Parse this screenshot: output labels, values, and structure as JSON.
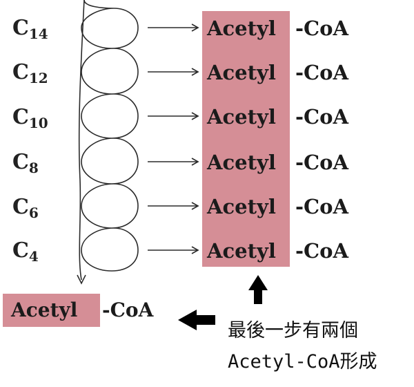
{
  "carbon_labels": [
    {
      "letter": "C",
      "sub": "14"
    },
    {
      "letter": "C",
      "sub": "12"
    },
    {
      "letter": "C",
      "sub": "10"
    },
    {
      "letter": "C",
      "sub": "8"
    },
    {
      "letter": "C",
      "sub": "6"
    },
    {
      "letter": "C",
      "sub": "4"
    }
  ],
  "products": [
    {
      "acetyl": "Acetyl",
      "coa": "-CoA"
    },
    {
      "acetyl": "Acetyl",
      "coa": "-CoA"
    },
    {
      "acetyl": "Acetyl",
      "coa": "-CoA"
    },
    {
      "acetyl": "Acetyl",
      "coa": "-CoA"
    },
    {
      "acetyl": "Acetyl",
      "coa": "-CoA"
    },
    {
      "acetyl": "Acetyl",
      "coa": "-CoA"
    }
  ],
  "final_product": {
    "acetyl": "Acetyl",
    "coa": "-CoA"
  },
  "note": {
    "line1": "最後一步有兩個",
    "line2": "Acetyl-CoA形成"
  },
  "colors": {
    "highlight": "#d58e96",
    "ink": "#1b1b1b"
  }
}
